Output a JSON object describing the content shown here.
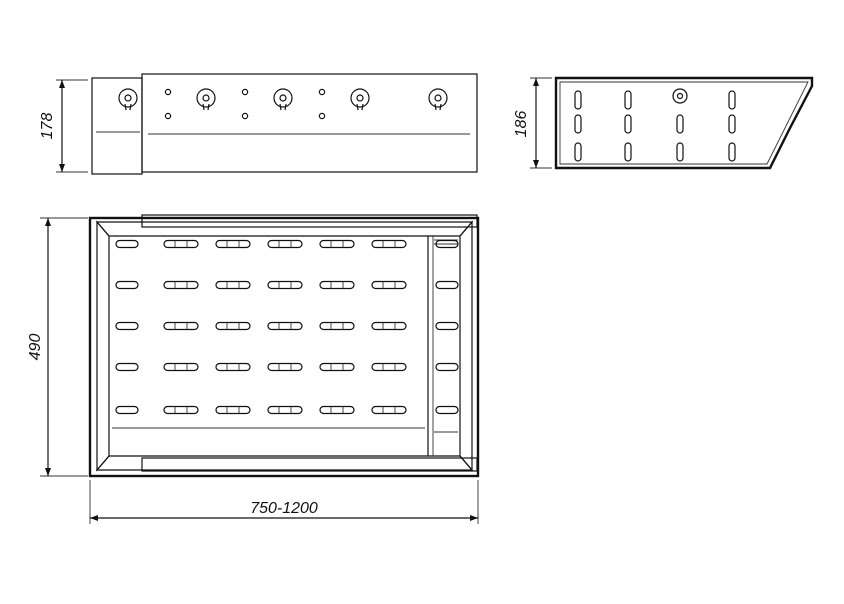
{
  "dimensions": {
    "front_height": "178",
    "side_height": "186",
    "top_depth": "490",
    "top_width": "750-1200"
  },
  "colors": {
    "line": "#111111",
    "background": "#ffffff"
  }
}
